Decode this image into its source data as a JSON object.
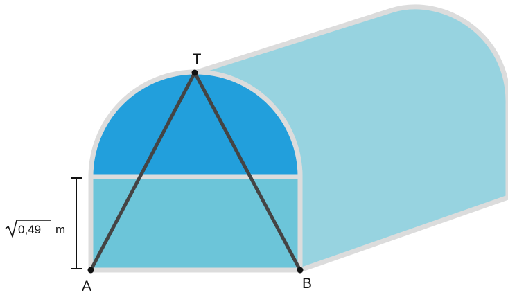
{
  "diagram": {
    "points": {
      "top": "T",
      "left_base": "A",
      "right_base": "B"
    },
    "dimension": {
      "radicand": "0,49",
      "unit": "m"
    }
  },
  "colors": {
    "background": "#ffffff",
    "outline": "#dcdcdc",
    "tunnel_body": "#97d3e0",
    "arch_front": "#229fdc",
    "wall_front": "#6cc5d9",
    "triangle_stroke": "#444444",
    "point": "#111111",
    "dimension_line": "#111111"
  }
}
